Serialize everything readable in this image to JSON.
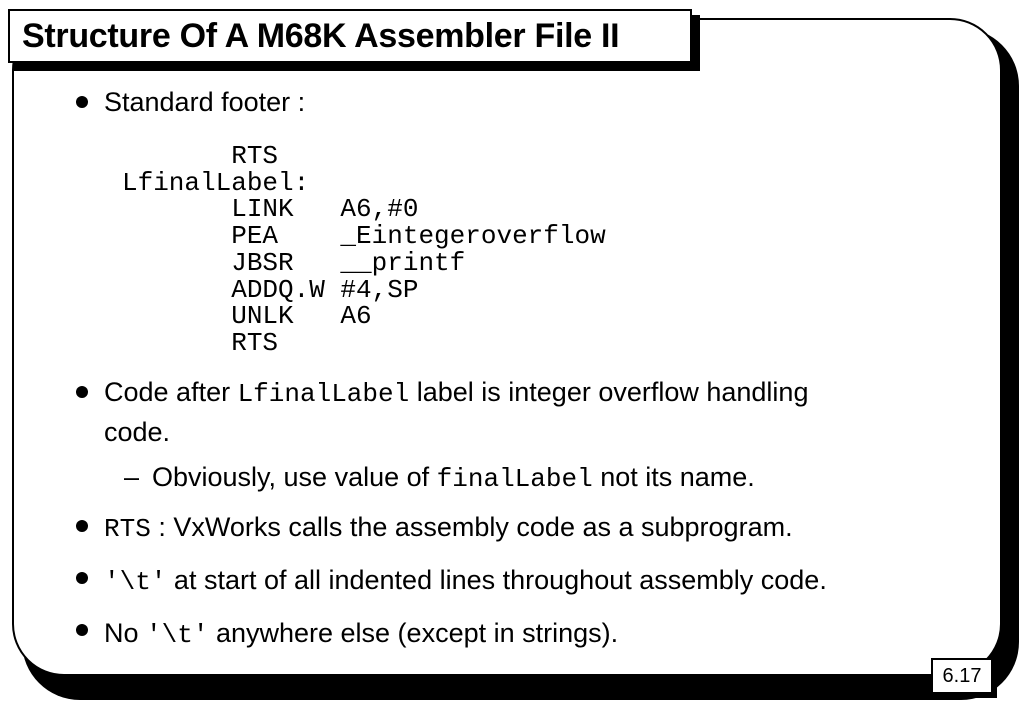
{
  "slide": {
    "title": "Structure Of A M68K Assembler File II",
    "page_number": "6.17"
  },
  "bullets": [
    {
      "text": "Standard footer :"
    },
    {
      "text_before": "Code after ",
      "code": "LfinalLabel",
      "text_after": " label is integer overflow handling",
      "text_line2": "code."
    },
    {
      "text_before": "Obviously, use value of ",
      "code": "finalLabel",
      "text_after": " not its name."
    },
    {
      "code": "RTS",
      "text_after": " : VxWorks calls the assembly code as a subprogram."
    },
    {
      "code": "'\\t'",
      "text_after": " at start of all indented lines throughout assembly code."
    },
    {
      "text_before": "No ",
      "code": "'\\t'",
      "text_after": " anywhere else (except in strings)."
    }
  ],
  "code_listing": "       RTS\nLfinalLabel:\n       LINK   A6,#0\n       PEA    _Eintegeroverflow\n       JBSR   __printf\n       ADDQ.W #4,SP\n       UNLK   A6\n       RTS"
}
